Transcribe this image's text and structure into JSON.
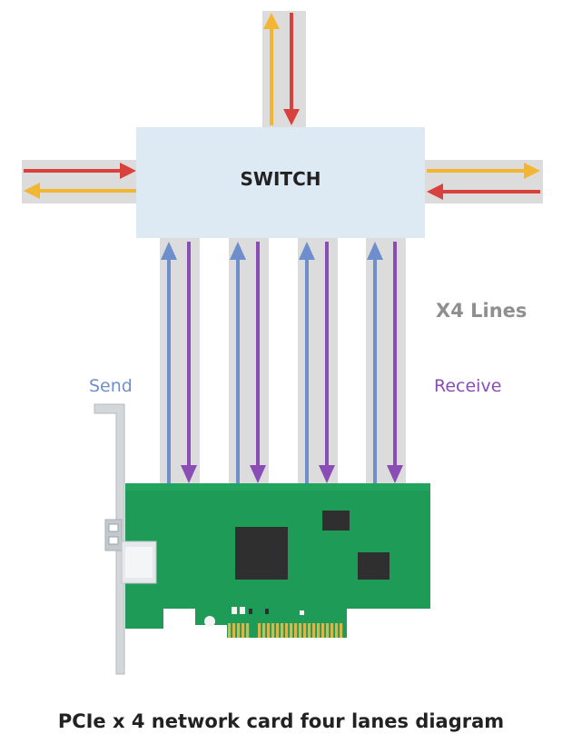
{
  "switch": {
    "label": "SWITCH",
    "fill": "#dde9f3"
  },
  "labels": {
    "lines": "X4 Lines",
    "send": "Send",
    "receive": "Receive"
  },
  "caption": "PCIe x 4 network card four lanes diagram",
  "colors": {
    "track": "#dcdcdc",
    "up_arrow": "#f2b632",
    "down_arrow": "#d9413c",
    "send_arrow": "#6f8fcc",
    "receive_arrow": "#8a4db5",
    "lines_text": "#8f8f8f",
    "send_text": "#6f8fcc",
    "receive_text": "#8a4db5",
    "pcb": "#1f9b58",
    "pcb_dark": "#167a45",
    "chip": "#2f2f2f",
    "gold": "#d9b64a",
    "bracket": "#cfd3d6"
  },
  "lanes": [
    {
      "id": "lane-1"
    },
    {
      "id": "lane-2"
    },
    {
      "id": "lane-3"
    },
    {
      "id": "lane-4"
    }
  ]
}
